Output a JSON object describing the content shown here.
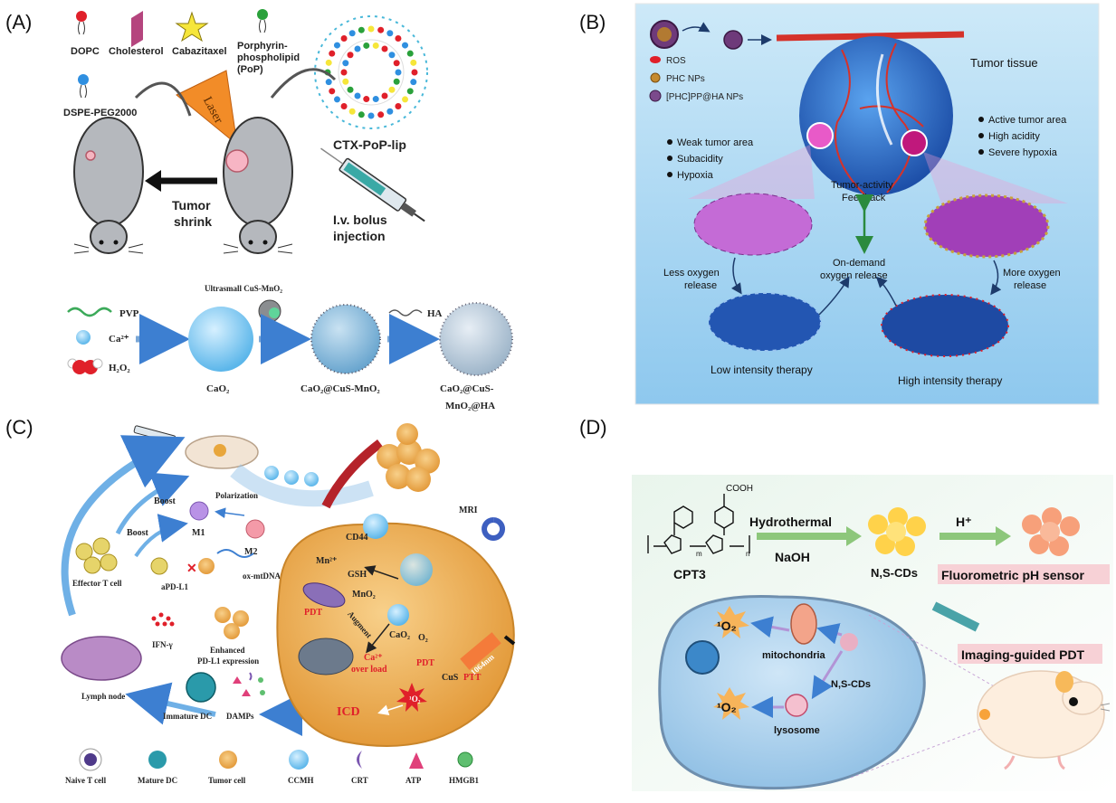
{
  "panel_a": {
    "label": "(A)",
    "legend_dopc": "DOPC",
    "legend_cholesterol": "Cholesterol",
    "legend_cabazitaxel": "Cabazitaxel",
    "legend_porphyrin_1": "Porphyrin-",
    "legend_porphyrin_2": "phospholipid",
    "legend_porphyrin_3": "(PoP)",
    "legend_dspe": "DSPE-PEG2000",
    "liposome_label": "CTX-PoP-lip",
    "laser_label": "Laser",
    "tumor_shrink_1": "Tumor",
    "tumor_shrink_2": "shrink",
    "injection_1": "I.v. bolus",
    "injection_2": "injection",
    "synthesis_title": "Ultrasmall CuS-MnO₂",
    "pvp": "PVP",
    "ca": "Ca²⁺",
    "h2o2": "H₂O₂",
    "ha": "HA",
    "cao2": "CaO₂",
    "cao2_cus": "CaO₂@CuS-MnO₂",
    "cao2_cus_ha_1": "CaO₂@CuS-",
    "cao2_cus_ha_2": "MnO₂@HA"
  },
  "panel_b": {
    "label": "(B)",
    "legend_ros": "ROS",
    "legend_phc": "PHC NPs",
    "legend_phcpp": "[PHC]PP@HA NPs",
    "tumor_tissue": "Tumor tissue",
    "weak_1": "Weak tumor area",
    "weak_2": "Subacidity",
    "weak_3": "Hypoxia",
    "active_1": "Active tumor area",
    "active_2": "High acidity",
    "active_3": "Severe hypoxia",
    "feedback_1": "Tumor-activity",
    "feedback_2": "Feedback",
    "ondemand_1": "On-demand",
    "ondemand_2": "oxygen release",
    "less_1": "Less oxygen",
    "less_2": "release",
    "more_1": "More oxygen",
    "more_2": "release",
    "low_therapy": "Low intensity therapy",
    "high_therapy": "High intensity therapy"
  },
  "panel_c": {
    "label": "(C)",
    "boost_1": "Boost",
    "boost_2": "Boost",
    "polarization": "Polarization",
    "m1": "M1",
    "m2": "M2",
    "effector": "Effector T cell",
    "apdl1": "aPD-L1",
    "oxmtdna": "ox-mtDNA",
    "ifn": "IFN-γ",
    "enhanced_1": "Enhanced",
    "enhanced_2": "PD-L1 expression",
    "lymph": "Lymph node",
    "immature": "Immature DC",
    "damps": "DAMPs",
    "cd44": "CD44",
    "mri": "MRI",
    "mn": "Mn²⁺",
    "gsh": "GSH",
    "mno2": "MnO₂",
    "pdt1": "PDT",
    "augment": "Augment",
    "cao2": "CaO₂",
    "o2": "O₂",
    "ca_overload_1": "Ca²⁺",
    "ca_overload_2": "over load",
    "pdt2": "PDT",
    "cus": "CuS",
    "ptt": "PTT",
    "nm": "1064nm",
    "icd": "ICD",
    "singlet": "¹O₂",
    "leg_naive": "Naive T cell",
    "leg_mature": "Mature DC",
    "leg_tumor": "Tumor cell",
    "leg_ccmh": "CCMH",
    "leg_crt": "CRT",
    "leg_atp": "ATP",
    "leg_hmgb1": "HMGB1"
  },
  "panel_d": {
    "label": "(D)",
    "cooh": "COOH",
    "cpt3": "CPT3",
    "hydrothermal": "Hydrothermal",
    "naoh": "NaOH",
    "ns_cds": "N,S-CDs",
    "h_plus": "H⁺",
    "fluorometric": "Fluorometric pH sensor",
    "imaging": "Imaging-guided PDT",
    "singlet_1": "¹O₂",
    "singlet_2": "¹O₂",
    "mitochondria": "mitochondria",
    "ns_cds_cell": "N,S-CDs",
    "lysosome": "lysosome",
    "sub_m": "m",
    "sub_n": "n"
  },
  "colors": {
    "panel_b_bg": "#a9d6f2",
    "tumor_blue": "#2f6fc9",
    "vessel_red": "#d5322a",
    "cell_orange": "#f2b45a",
    "arrow_blue": "#3d7fd1",
    "green_arrow": "#8dc77b",
    "pink_label": "#f7d1d6"
  }
}
